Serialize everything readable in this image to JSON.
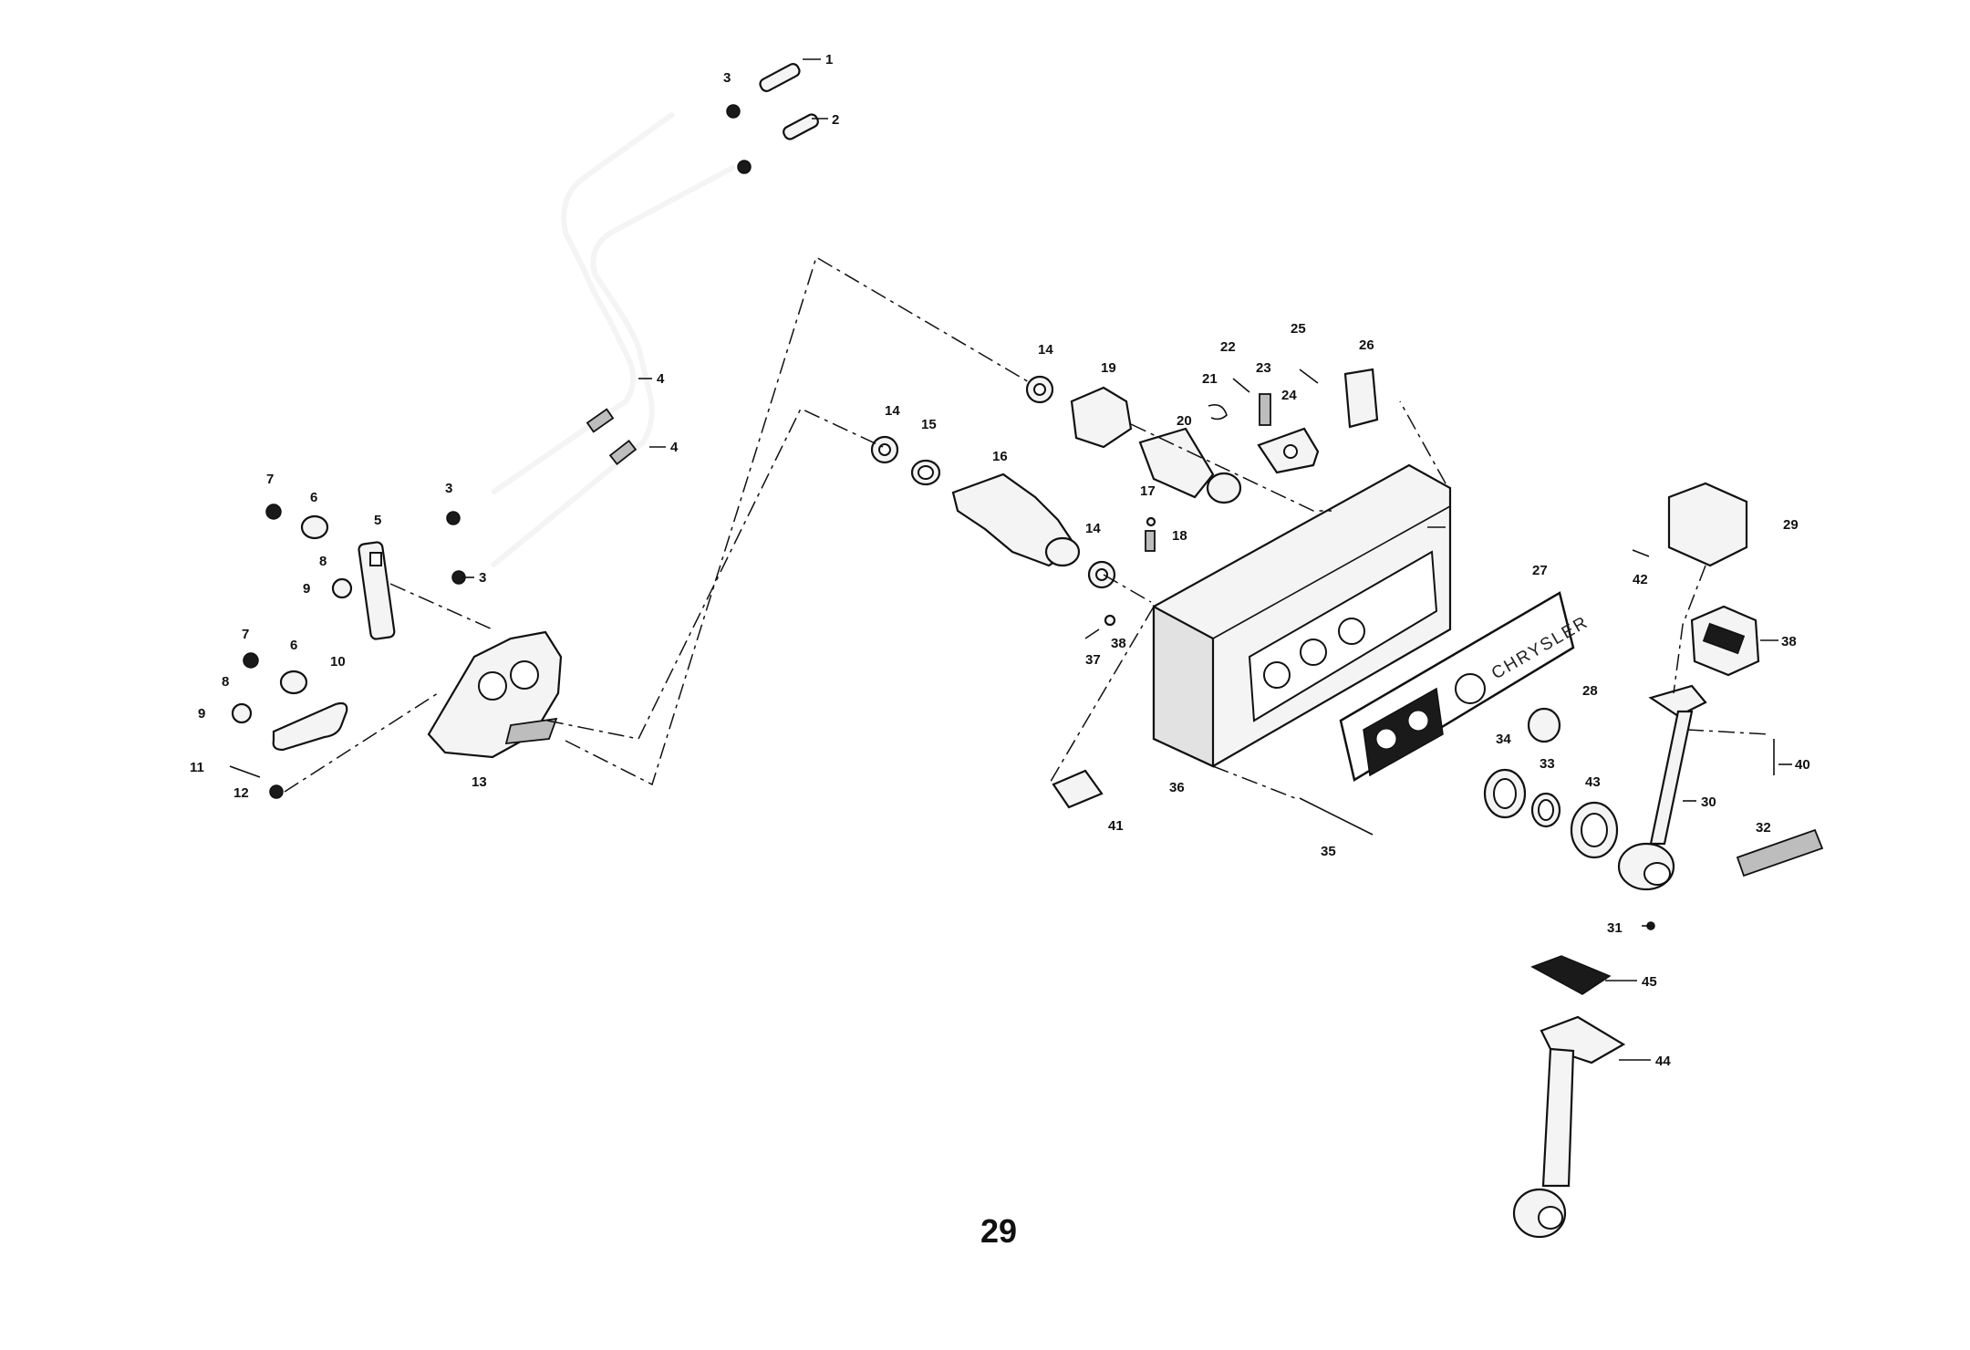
{
  "page_number": "29",
  "brand_mark": "CHRYSLER",
  "callouts": [
    {
      "id": "c1",
      "text": "1"
    },
    {
      "id": "c2",
      "text": "2"
    },
    {
      "id": "c3a",
      "text": "3"
    },
    {
      "id": "c4a",
      "text": "4"
    },
    {
      "id": "c4b",
      "text": "4"
    },
    {
      "id": "c3b",
      "text": "3"
    },
    {
      "id": "c3c",
      "text": "3"
    },
    {
      "id": "c5",
      "text": "5"
    },
    {
      "id": "c6a",
      "text": "6"
    },
    {
      "id": "c7a",
      "text": "7"
    },
    {
      "id": "c8a",
      "text": "8"
    },
    {
      "id": "c9a",
      "text": "9"
    },
    {
      "id": "c7b",
      "text": "7"
    },
    {
      "id": "c6b",
      "text": "6"
    },
    {
      "id": "c8b",
      "text": "8"
    },
    {
      "id": "c9b",
      "text": "9"
    },
    {
      "id": "c10",
      "text": "10"
    },
    {
      "id": "c11",
      "text": "11"
    },
    {
      "id": "c12",
      "text": "12"
    },
    {
      "id": "c13",
      "text": "13"
    },
    {
      "id": "c14a",
      "text": "14"
    },
    {
      "id": "c14b",
      "text": "14"
    },
    {
      "id": "c14c",
      "text": "14"
    },
    {
      "id": "c15",
      "text": "15"
    },
    {
      "id": "c16",
      "text": "16"
    },
    {
      "id": "c17",
      "text": "17"
    },
    {
      "id": "c18",
      "text": "18"
    },
    {
      "id": "c19",
      "text": "19"
    },
    {
      "id": "c20",
      "text": "20"
    },
    {
      "id": "c21",
      "text": "21"
    },
    {
      "id": "c22",
      "text": "22"
    },
    {
      "id": "c23",
      "text": "23"
    },
    {
      "id": "c24",
      "text": "24"
    },
    {
      "id": "c25",
      "text": "25"
    },
    {
      "id": "c26",
      "text": "26"
    },
    {
      "id": "c27",
      "text": "27"
    },
    {
      "id": "c28",
      "text": "28"
    },
    {
      "id": "c29",
      "text": "29"
    },
    {
      "id": "c30",
      "text": "30"
    },
    {
      "id": "c31",
      "text": "31"
    },
    {
      "id": "c32",
      "text": "32"
    },
    {
      "id": "c33",
      "text": "33"
    },
    {
      "id": "c34",
      "text": "34"
    },
    {
      "id": "c35",
      "text": "35"
    },
    {
      "id": "c36",
      "text": "36"
    },
    {
      "id": "c37",
      "text": "37"
    },
    {
      "id": "c38a",
      "text": "38"
    },
    {
      "id": "c38b",
      "text": "38"
    },
    {
      "id": "c40",
      "text": "40"
    },
    {
      "id": "c41",
      "text": "41"
    },
    {
      "id": "c42",
      "text": "42"
    },
    {
      "id": "c43",
      "text": "43"
    },
    {
      "id": "c44",
      "text": "44"
    },
    {
      "id": "c45",
      "text": "45"
    }
  ]
}
